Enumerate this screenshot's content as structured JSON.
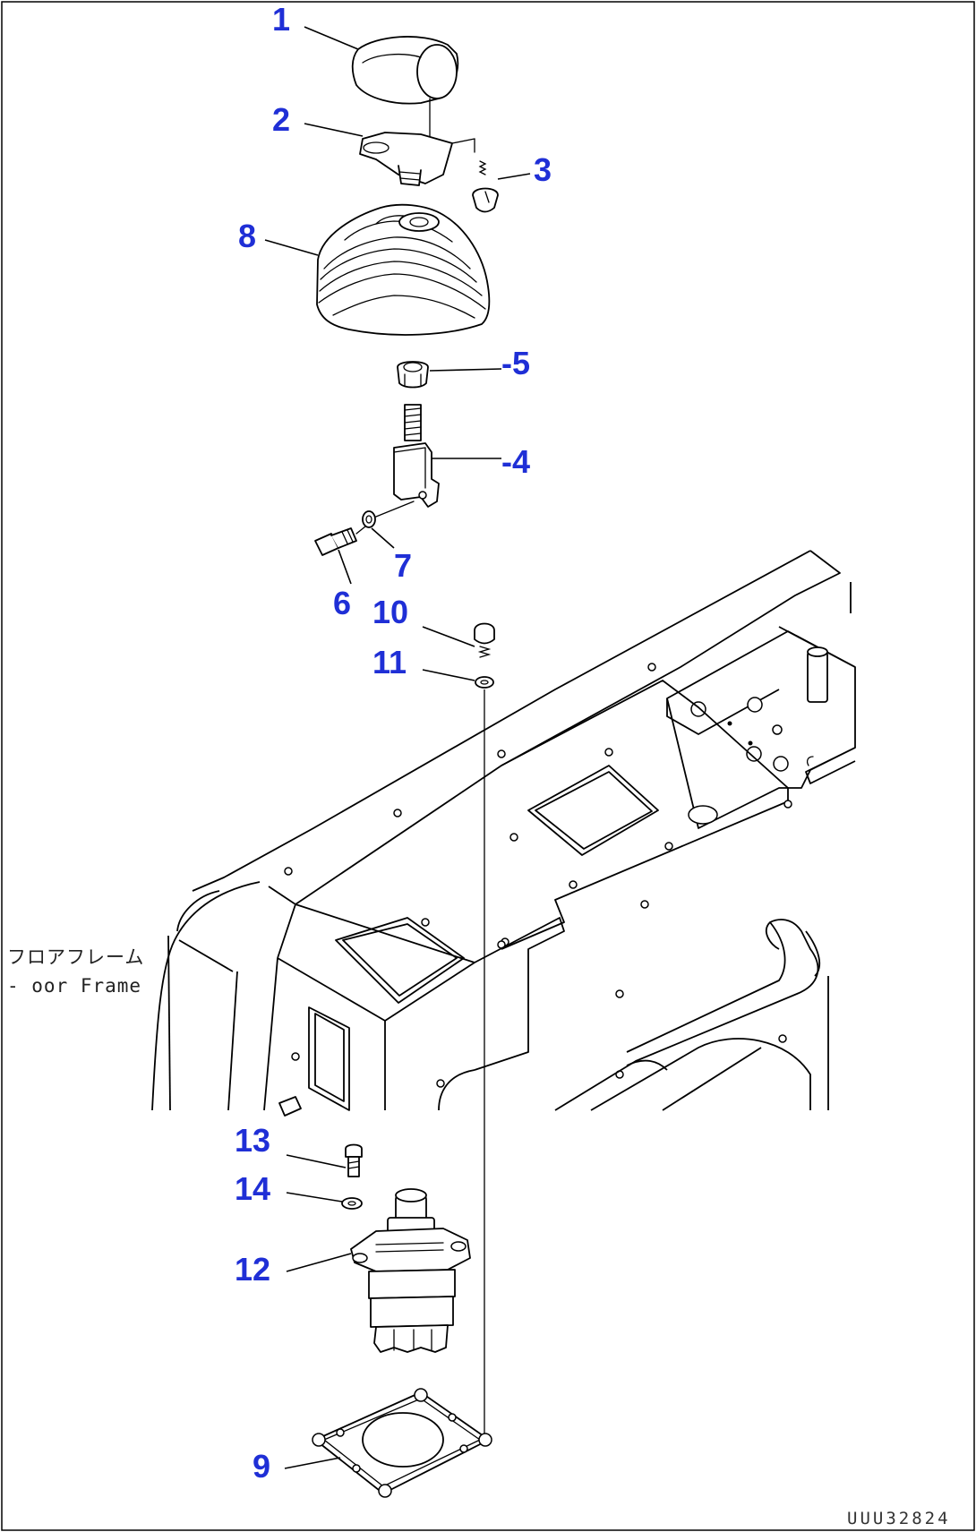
{
  "frame_label": {
    "jp": "フロアフレーム",
    "en": "- oor Frame"
  },
  "drawing_code": "UUU32824",
  "callouts": [
    {
      "id": "c1",
      "label": "1"
    },
    {
      "id": "c2",
      "label": "2"
    },
    {
      "id": "c3",
      "label": "3"
    },
    {
      "id": "c8",
      "label": "8"
    },
    {
      "id": "c5",
      "label": "-5"
    },
    {
      "id": "c4",
      "label": "-4"
    },
    {
      "id": "c7",
      "label": "7"
    },
    {
      "id": "c6",
      "label": "6"
    },
    {
      "id": "c10",
      "label": "10"
    },
    {
      "id": "c11",
      "label": "11"
    },
    {
      "id": "c13",
      "label": "13"
    },
    {
      "id": "c14",
      "label": "14"
    },
    {
      "id": "c12",
      "label": "12"
    },
    {
      "id": "c9",
      "label": "9"
    }
  ]
}
